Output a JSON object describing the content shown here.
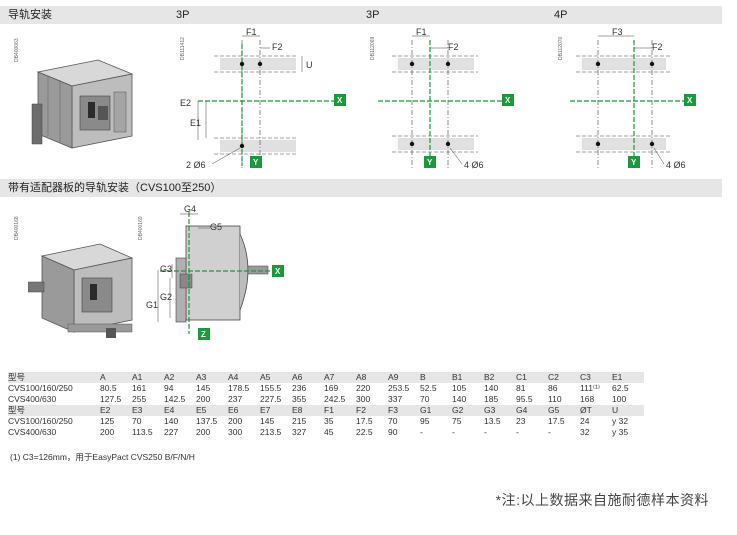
{
  "section1": {
    "title": "导轨安装",
    "col_3p_a": "3P",
    "col_3p_b": "3P",
    "col_4p": "4P"
  },
  "section2": {
    "title": "带有适配器板的导轨安装（CVS100至250）"
  },
  "codes": {
    "photo1": "DB400063",
    "fig1": "DB111412",
    "fig2": "DB112069",
    "fig3": "DB112070",
    "photo2": "DB400168",
    "fig4": "DB400169"
  },
  "fig1": {
    "f1": "F1",
    "f2": "F2",
    "u": "U",
    "e2": "E2",
    "e1": "E1",
    "x": "X",
    "y": "Y",
    "holes": "2 Ø6"
  },
  "fig2": {
    "f1": "F1",
    "f2": "F2",
    "x": "X",
    "y": "Y",
    "holes": "4 Ø6"
  },
  "fig3": {
    "f3": "F3",
    "f2": "F2",
    "x": "X",
    "y": "Y",
    "holes": "4 Ø6"
  },
  "fig4": {
    "g4": "G4",
    "g5": "G5",
    "g3": "G3",
    "g2": "G2",
    "g1": "G1",
    "x": "X",
    "z": "Z"
  },
  "colors": {
    "green": "#1a9a3a",
    "band": "#e6e6e6"
  },
  "table": {
    "header1": [
      "型号",
      "A",
      "A1",
      "A2",
      "A3",
      "A4",
      "A5",
      "A6",
      "A7",
      "A8",
      "A9",
      "B",
      "B1",
      "B2",
      "C1",
      "C2",
      "C3",
      "E1"
    ],
    "rows1": [
      [
        "CVS100/160/250",
        "80.5",
        "161",
        "94",
        "145",
        "178.5",
        "155.5",
        "236",
        "169",
        "220",
        "253.5",
        "52.5",
        "105",
        "140",
        "81",
        "86",
        "111⁽¹⁾",
        "62.5"
      ],
      [
        "CVS400/630",
        "127.5",
        "255",
        "142.5",
        "200",
        "237",
        "227.5",
        "355",
        "242.5",
        "300",
        "337",
        "70",
        "140",
        "185",
        "95.5",
        "110",
        "168",
        "100"
      ]
    ],
    "header2": [
      "型号",
      "E2",
      "E3",
      "E4",
      "E5",
      "E6",
      "E7",
      "E8",
      "F1",
      "F2",
      "F3",
      "G1",
      "G2",
      "G3",
      "G4",
      "G5",
      "ØT",
      "U"
    ],
    "rows2": [
      [
        "CVS100/160/250",
        "125",
        "70",
        "140",
        "137.5",
        "200",
        "145",
        "215",
        "35",
        "17.5",
        "70",
        "95",
        "75",
        "13.5",
        "23",
        "17.5",
        "24",
        "y 32"
      ],
      [
        "CVS400/630",
        "200",
        "113.5",
        "227",
        "200",
        "300",
        "213.5",
        "327",
        "45",
        "22.5",
        "90",
        "-",
        "-",
        "-",
        "-",
        "-",
        "32",
        "y 35"
      ]
    ]
  },
  "footnote": "(1) C3=126mm，用于EasyPact CVS250 B/F/N/H",
  "note": "*注:以上数据来自施耐德样本资料"
}
